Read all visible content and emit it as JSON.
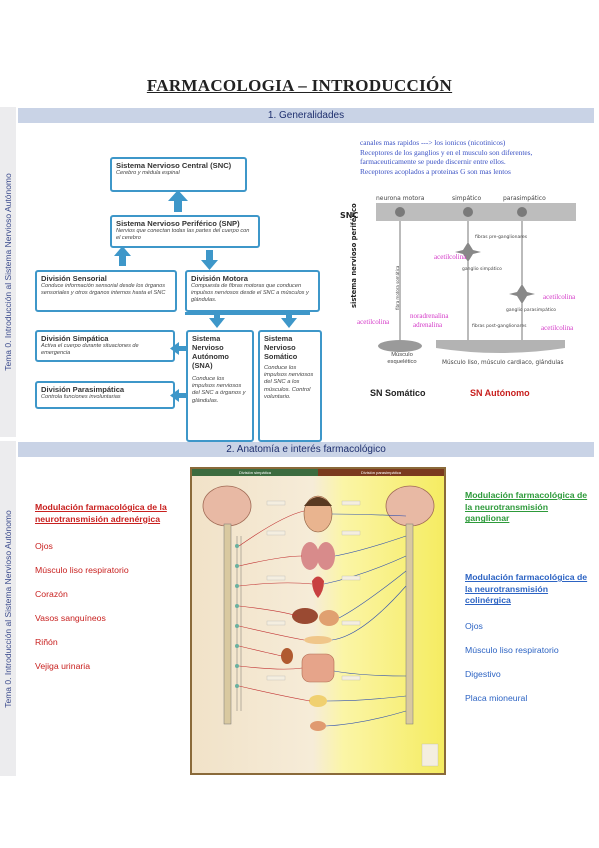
{
  "doc_title": "FARMACOLOGIA – INTRODUCCIÓN",
  "sidebar_label": "Tema 0. Introducción al Sistema Nervioso Autónomo",
  "section1": {
    "title": "1. Generalidades",
    "flowchart": {
      "snc": {
        "title": "Sistema Nervioso Central (SNC)",
        "desc": "Cerebro y médula espinal"
      },
      "snp": {
        "title": "Sistema Nervioso Periférico (SNP)",
        "desc": "Nervios que conectan todas las partes del cuerpo con el cerebro"
      },
      "sensorial": {
        "title": "División Sensorial",
        "desc": "Conduce información sensorial desde los órganos sensoriales y otros órganos internos hasta el SNC"
      },
      "motora": {
        "title": "División Motora",
        "desc": "Compuesta de fibras motoras que conducen impulsos nerviosos desde el SNC a músculos y glándulas."
      },
      "simpatica": {
        "title": "División Simpática",
        "desc": "Activa el cuerpo durante situaciones de emergencia"
      },
      "parasimpatica": {
        "title": "División Parasimpática",
        "desc": "Controla funciones involuntarias"
      },
      "sna": {
        "title": "Sistema Nervioso Autónomo (SNA)",
        "desc": "Conduce los impulsos nerviosos del SNC a órganos y glándulas."
      },
      "sns": {
        "title": "Sistema Nervioso Somático",
        "desc": "Conduce los impulsos nerviosos del SNC a los músculos. Control voluntario."
      }
    },
    "notes": [
      "canales mas rapidos ---> los ionicos (nicotinicos)",
      "Receptores de los ganglios y en el musculo son diferentes,",
      "farmaceuticamente se puede discernir entre ellos.",
      "Receptores acoplados a proteinas G son mas lentos"
    ],
    "diagram": {
      "col_labels": [
        "neurona motora",
        "simpático",
        "parasimpático"
      ],
      "snc_label": "SNC",
      "periferico_label": "sistema nervioso periférico",
      "pre_label": "fibras pre-ganglionares",
      "post_label": "fibras post-ganglionares",
      "ganglio_simp": "ganglio simpático",
      "ganglio_parasimp": "ganglio parasimpático",
      "fibra_motora": "fibra motora somática",
      "musculo_esq": "Músculo esquelético",
      "musculo_liso": "Músculo liso, músculo cardiaco, glándulas",
      "ach1": "acetilcolina",
      "ach2": "acetilcolina",
      "ach3": "acetilcolina",
      "ach4": "acetilcolina",
      "noradrenalina": "noradrenalina",
      "adrenalina": "adrenalina",
      "sn_somatico": "SN Somático",
      "sn_autonomo": "SN Autónomo"
    }
  },
  "section2": {
    "title": "2. Anatomía e interés farmacológico",
    "left_heading": "Modulación farmacológica de la neurotransmisión adrenérgica",
    "left_items": [
      "Ojos",
      "Músculo liso respiratorio",
      "Corazón",
      "Vasos sanguíneos",
      "Riñón",
      "Vejiga urinaria"
    ],
    "right_heading1": "Modulación farmacológica de la neurotransmisión ganglionar",
    "right_heading2": "Modulación farmacológica de la neurotransmisión colinérgica",
    "right_items": [
      "Ojos",
      "Músculo liso respiratorio",
      "Digestivo",
      "Placa mioneural"
    ],
    "figure": {
      "header_left": "División simpática",
      "header_right": "División parasimpática"
    }
  },
  "colors": {
    "accent_blue": "#3e97c9",
    "adrenergic_red": "#c8201f",
    "ganglionar_green": "#2d9a3a",
    "cholinergic_blue": "#2c63c3",
    "acetylcholine_pink": "#d438c8"
  }
}
